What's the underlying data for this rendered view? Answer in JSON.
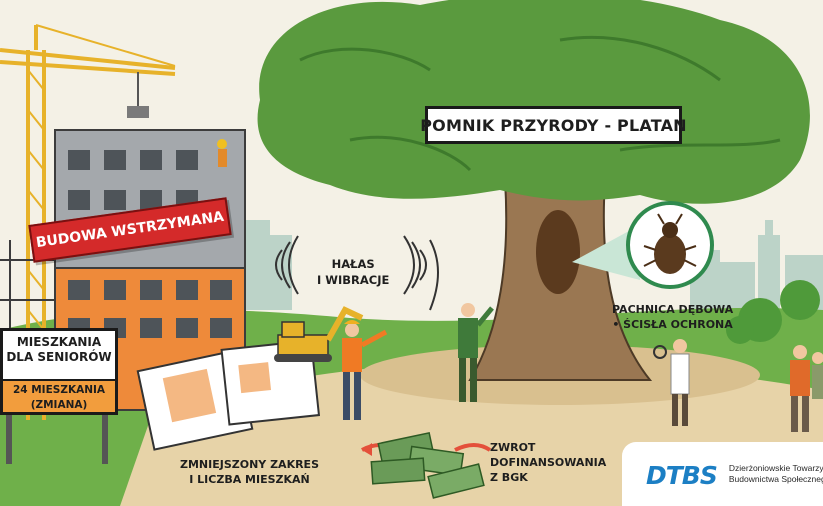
{
  "labels": {
    "title": "POMNIK PRZYRODY - PLATAN",
    "stop": "BUDOWA WSTRZYMANA",
    "sign_title_1": "MIESZKANIA",
    "sign_title_2": "DLA SENIORÓW",
    "sign_sub_1": "24 MIESZKANIA",
    "sign_sub_2": "(ZMIANA)",
    "noise_1": "HAŁAS",
    "noise_2": "I WIBRACJE",
    "beetle_1": "PACHNICA DĘBOWA",
    "beetle_2": "• ŚCISŁA OCHRONA",
    "reduce_1": "ZMNIEJSZONY ZAKRES",
    "reduce_2": "I LICZBA MIESZKAŃ",
    "refund_1": "ZWROT",
    "refund_2": "DOFINANSOWANIA",
    "refund_3": "Z BGK"
  },
  "logo": {
    "mark": "DTBS",
    "line1": "Dzierżoniowskie Towarzystwo",
    "line2": "Budownictwa Społecznego S"
  },
  "colors": {
    "sky": "#f4f1e6",
    "grass": "#6fb04a",
    "ground": "#e7d3a8",
    "tree_foliage": "#5a9a3e",
    "trunk": "#9a7752",
    "building_orange": "#ee8a3a",
    "building_grey": "#a4a8ac",
    "banner_red": "#d42a2a",
    "sign_orange": "#f29d3d",
    "crane_yellow": "#e7b22a",
    "money_green": "#6a9b58",
    "arrow_red": "#e4503a",
    "logo_blue": "#1c7fc4"
  }
}
